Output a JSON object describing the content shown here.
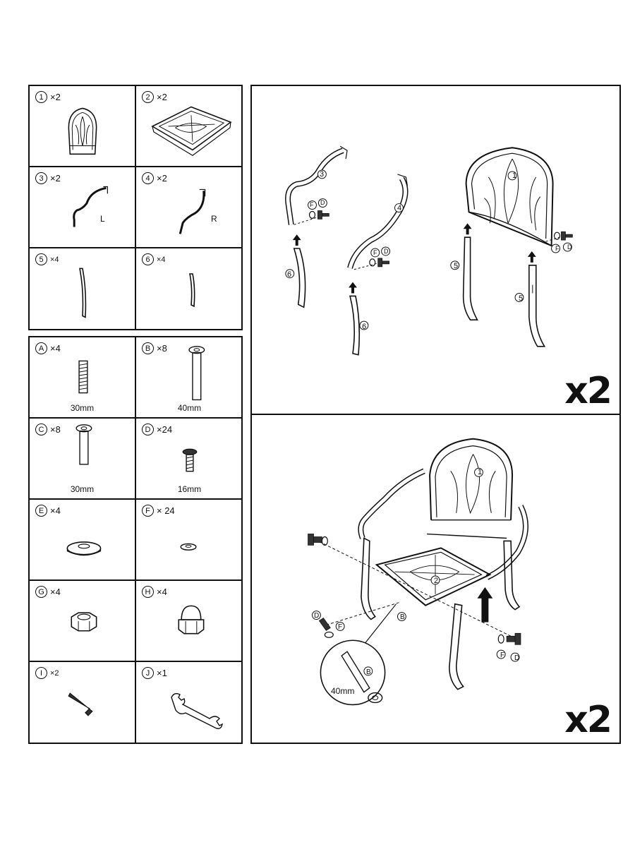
{
  "parts": [
    {
      "id": "1",
      "qty": "×2"
    },
    {
      "id": "2",
      "qty": "×2"
    },
    {
      "id": "3",
      "qty": "×2",
      "side": "L"
    },
    {
      "id": "4",
      "qty": "×2",
      "side": "R"
    },
    {
      "id": "5",
      "qty": "×4"
    },
    {
      "id": "6",
      "qty": "×4"
    }
  ],
  "hardware": [
    {
      "id": "A",
      "qty": "×4",
      "size": "30mm"
    },
    {
      "id": "B",
      "qty": "×8",
      "size": "40mm"
    },
    {
      "id": "C",
      "qty": "×8",
      "size": "30mm"
    },
    {
      "id": "D",
      "qty": "×24",
      "size": "16mm"
    },
    {
      "id": "E",
      "qty": "×4"
    },
    {
      "id": "F",
      "qty": "× 24"
    },
    {
      "id": "G",
      "qty": "×4"
    },
    {
      "id": "H",
      "qty": "×4"
    },
    {
      "id": "I",
      "qty": "×2"
    },
    {
      "id": "J",
      "qty": "×1"
    }
  ],
  "step1": {
    "multiplier": "x2",
    "labels": {
      "p3": "3",
      "p4": "4",
      "p1": "1",
      "p5a": "5",
      "p5b": "5",
      "p6a": "6",
      "p6b": "6",
      "f1": "F",
      "d1": "D",
      "f2": "F",
      "d2": "D",
      "f3": "F",
      "d3": "D"
    }
  },
  "step2": {
    "multiplier": "x2",
    "labels": {
      "p1": "1",
      "p2": "2",
      "b1": "B",
      "b2": "B",
      "d1": "D",
      "f1": "F",
      "f2": "F",
      "d2": "D",
      "size": "40mm"
    }
  }
}
